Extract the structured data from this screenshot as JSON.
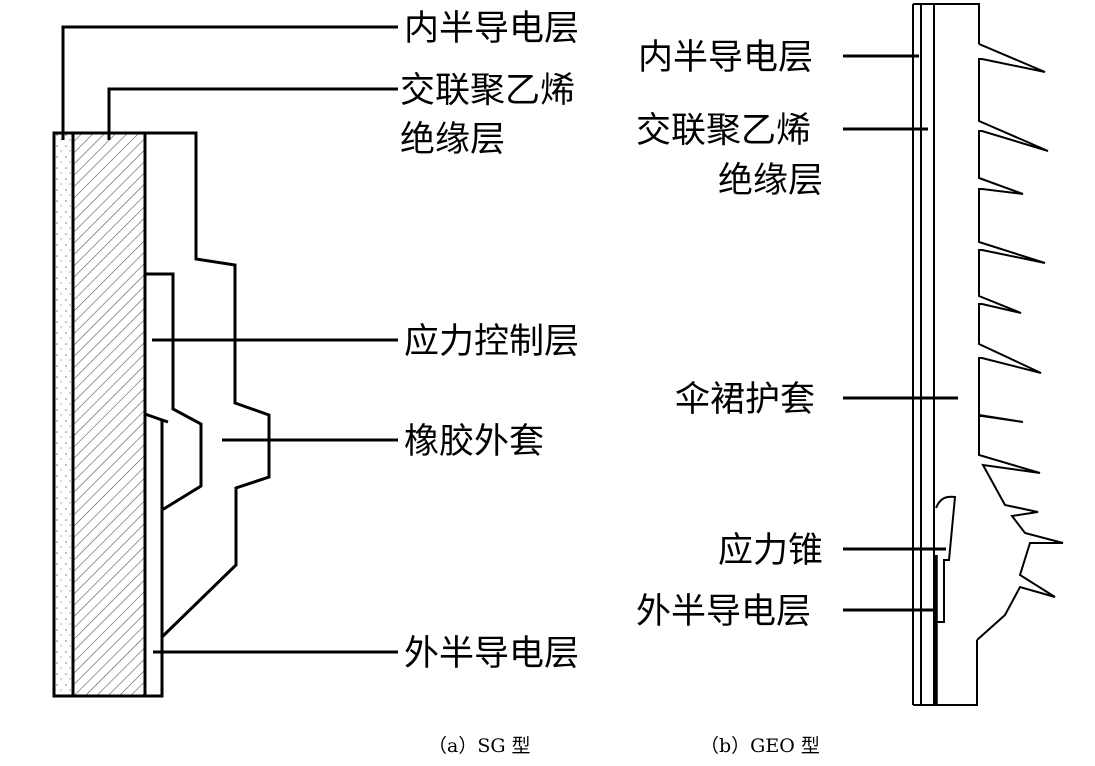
{
  "figure_a": {
    "caption": "（a）SG 型",
    "labels": {
      "inner_semicon": "内半导电层",
      "xlpe_line1": "交联聚乙烯",
      "xlpe_line2": "绝缘层",
      "stress_control": "应力控制层",
      "rubber_sleeve": "橡胶外套",
      "outer_semicon": "外半导电层"
    }
  },
  "figure_b": {
    "caption": "（b）GEO 型",
    "labels": {
      "inner_semicon": "内半导电层",
      "xlpe_line1": "交联聚乙烯",
      "xlpe_line2": "绝缘层",
      "umbrella_sheath": "伞裙护套",
      "stress_cone": "应力锥",
      "outer_semicon": "外半导电层"
    }
  },
  "colors": {
    "line": "#000000",
    "background": "#ffffff"
  }
}
